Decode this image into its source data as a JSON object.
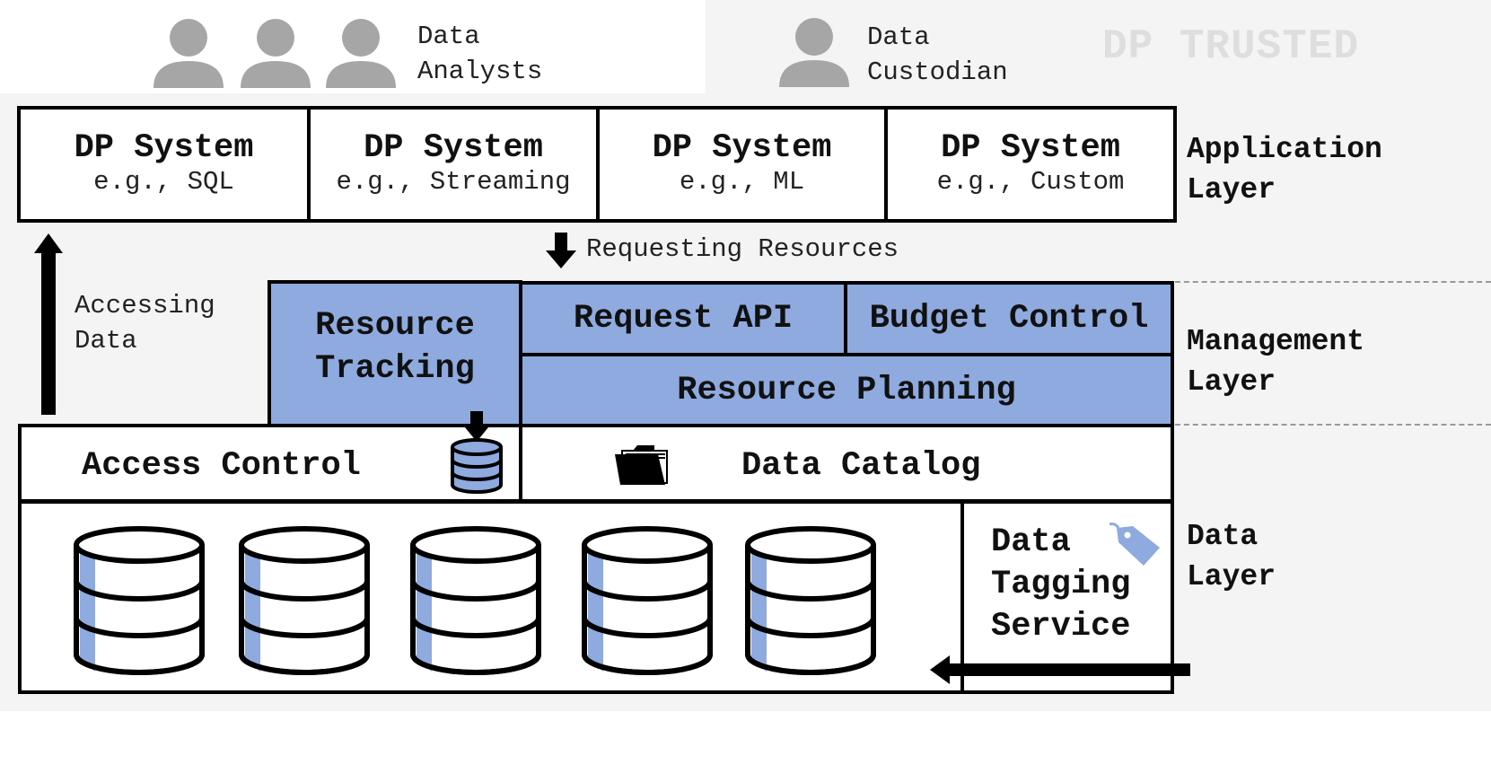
{
  "users": {
    "analysts_label": "Data\nAnalysts",
    "custodian_label": "Data\nCustodian",
    "trusted_label": "DP TRUSTED"
  },
  "application_layer": {
    "label": "Application\nLayer",
    "systems": [
      {
        "title": "DP System",
        "example": "e.g., SQL"
      },
      {
        "title": "DP System",
        "example": "e.g., Streaming"
      },
      {
        "title": "DP System",
        "example": "e.g., ML"
      },
      {
        "title": "DP System",
        "example": "e.g., Custom"
      }
    ]
  },
  "flows": {
    "requesting": "Requesting Resources",
    "accessing": "Accessing\nData"
  },
  "management_layer": {
    "label": "Management\nLayer",
    "resource_tracking": "Resource\nTracking",
    "request_api": "Request API",
    "budget_control": "Budget Control",
    "resource_planning": "Resource Planning"
  },
  "data_layer": {
    "label": "Data\nLayer",
    "access_control": "Access Control",
    "data_catalog": "Data Catalog",
    "tagging_service": "Data\nTagging\nService"
  },
  "colors": {
    "accent_blue": "#8eaadf",
    "trusted_bg": "#f4f4f4",
    "person_gray": "#a6a6a6",
    "trusted_text": "#dedede"
  }
}
